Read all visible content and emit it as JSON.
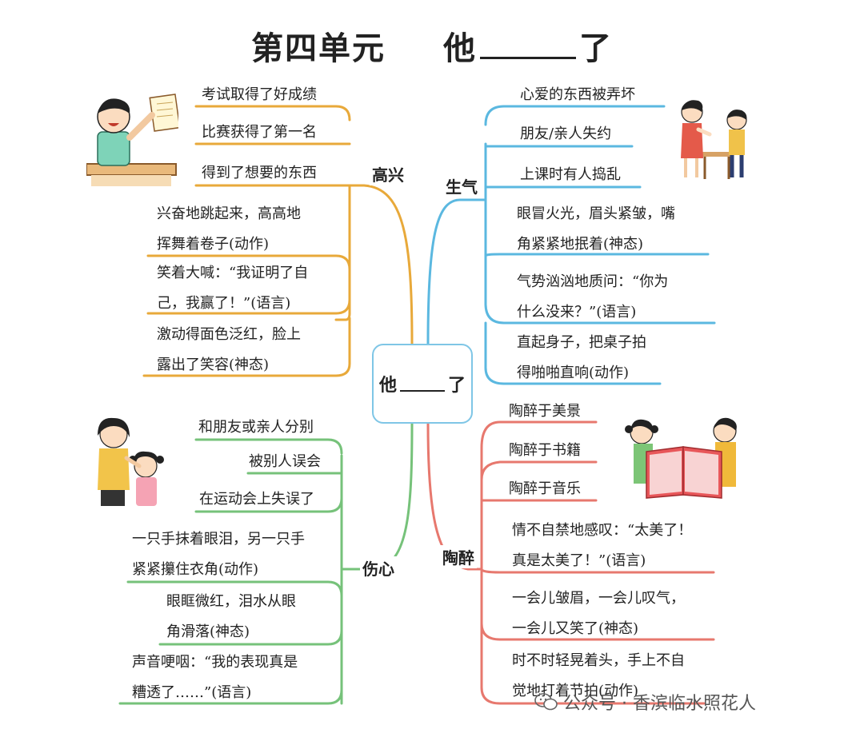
{
  "title": {
    "left": "第四单元",
    "middle": "他",
    "right": "了"
  },
  "center": {
    "prefix": "他",
    "suffix": "了"
  },
  "branches": {
    "happy": {
      "label": "高兴",
      "situations": [
        "考试取得了好成绩",
        "比赛获得了第一名",
        "得到了想要的东西"
      ],
      "details": [
        [
          "兴奋地跳起来，高高地",
          "挥舞着卷子(动作)"
        ],
        [
          "笑着大喊：“我证明了自",
          "己，我赢了！”(语言)"
        ],
        [
          "激动得面色泛红，脸上",
          "露出了笑容(神态)"
        ]
      ]
    },
    "angry": {
      "label": "生气",
      "situations": [
        "心爱的东西被弄坏",
        "朋友/亲人失约",
        "上课时有人捣乱"
      ],
      "details": [
        [
          "眼冒火光，眉头紧皱，嘴",
          "角紧紧地抿着(神态)"
        ],
        [
          "气势汹汹地质问：“你为",
          "什么没来？”(语言)"
        ],
        [
          "直起身子，把桌子拍",
          "得啪啪直响(动作)"
        ]
      ]
    },
    "sad": {
      "label": "伤心",
      "situations": [
        "和朋友或亲人分别",
        "被别人误会",
        "在运动会上失误了"
      ],
      "details": [
        [
          "一只手抹着眼泪，另一只手",
          "紧紧攥住衣角(动作)"
        ],
        [
          "眼眶微红，泪水从眼",
          "角滑落(神态)"
        ],
        [
          "声音哽咽：“我的表现真是",
          "糟透了……”(语言)"
        ]
      ]
    },
    "enchanted": {
      "label": "陶醉",
      "situations": [
        "陶醉于美景",
        "陶醉于书籍",
        "陶醉于音乐"
      ],
      "details": [
        [
          "情不自禁地感叹：“太美了！",
          "真是太美了！”(语言)"
        ],
        [
          "一会儿皱眉，一会儿叹气，",
          "一会儿又笑了(神态)"
        ],
        [
          "时不时轻晃着头，手上不自",
          "觉地打着节拍(动作)"
        ]
      ]
    }
  },
  "watermark": "公众号 · 香滨临水照花人",
  "colors": {
    "happy": "#e8a93a",
    "angry": "#5bb8e0",
    "sad": "#76c27a",
    "enchanted": "#e7786e"
  }
}
